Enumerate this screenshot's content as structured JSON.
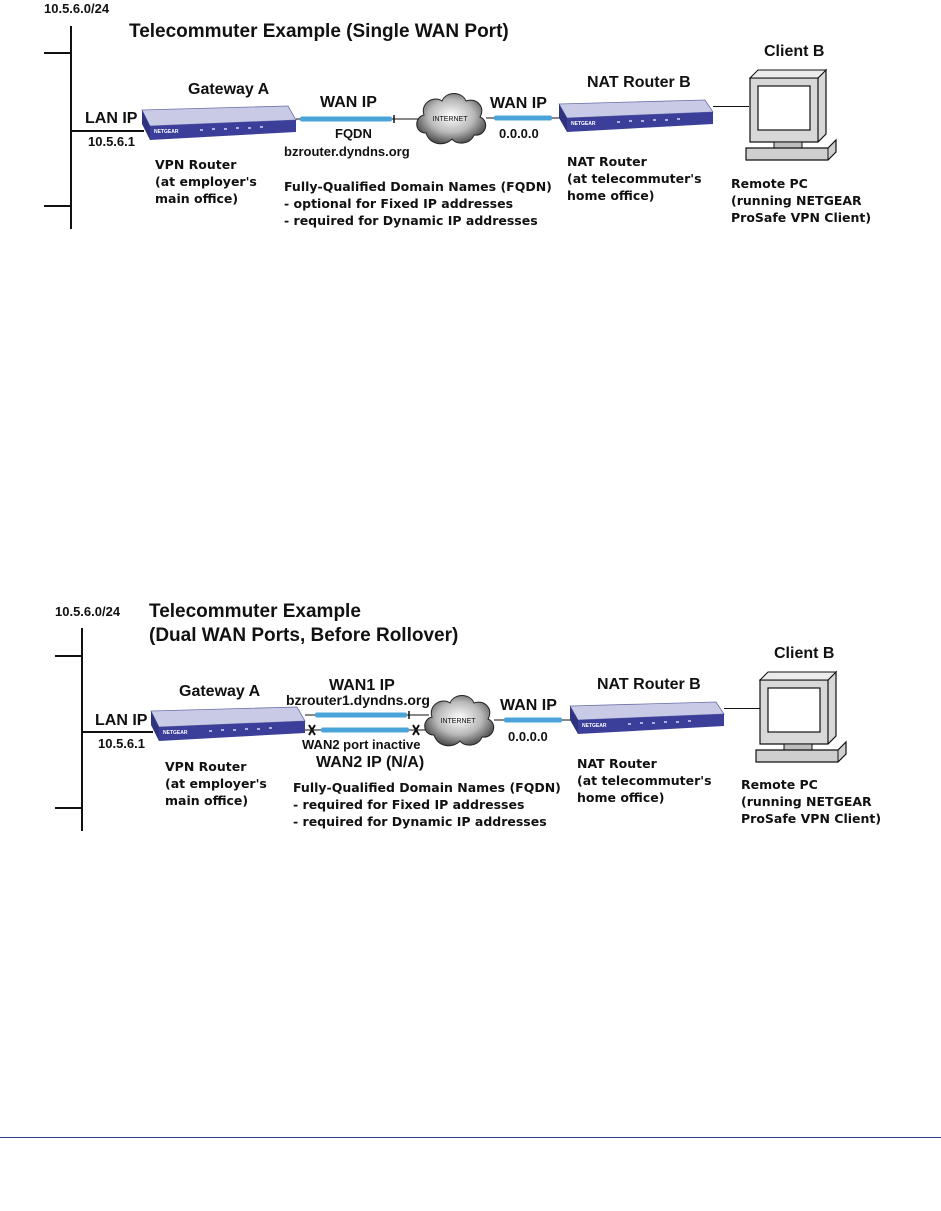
{
  "diagrams": [
    {
      "subnet": "10.5.6.0/24",
      "title_line1": "Telecommuter Example (Single WAN Port)",
      "title_line2": "",
      "lan_ip_label": "LAN IP",
      "lan_ip_value": "10.5.6.1",
      "gateway_label": "Gateway A",
      "gateway_desc": [
        "VPN Router",
        "(at employer's",
        "main office)"
      ],
      "wan_left_label": "WAN IP",
      "wan_left_sub": "FQDN",
      "wan_left_domain": "bzrouter.dyndns.org",
      "wan2_inactive": "",
      "wan2_label": "",
      "cloud_label": "INTERNET",
      "wan_right_label": "WAN IP",
      "wan_right_value": "0.0.0.0",
      "nat_label": "NAT Router B",
      "nat_desc": [
        "NAT Router",
        "(at telecommuter's",
        "home office)"
      ],
      "client_label": "Client B",
      "client_desc": [
        "Remote PC",
        "(running NETGEAR",
        "ProSafe VPN Client)"
      ],
      "fqdn_notes": [
        "Fully-Qualified Domain Names (FQDN)",
        "- optional for Fixed IP addresses",
        "- required for Dynamic IP addresses"
      ],
      "device_brand": "NETGEAR"
    },
    {
      "subnet": "10.5.6.0/24",
      "title_line1": "Telecommuter Example",
      "title_line2": "(Dual WAN Ports, Before Rollover)",
      "lan_ip_label": "LAN IP",
      "lan_ip_value": "10.5.6.1",
      "gateway_label": "Gateway A",
      "gateway_desc": [
        "VPN Router",
        "(at employer's",
        "main office)"
      ],
      "wan_left_label": "WAN1 IP",
      "wan_left_sub": "",
      "wan_left_domain": "bzrouter1.dyndns.org",
      "wan2_inactive": "WAN2 port inactive",
      "wan2_label": "WAN2 IP (N/A)",
      "cloud_label": "INTERNET",
      "wan_right_label": "WAN IP",
      "wan_right_value": "0.0.0.0",
      "nat_label": "NAT Router B",
      "nat_desc": [
        "NAT Router",
        "(at telecommuter's",
        "home office)"
      ],
      "client_label": "Client B",
      "client_desc": [
        "Remote PC",
        "(running NETGEAR",
        "ProSafe VPN Client)"
      ],
      "fqdn_notes": [
        "Fully-Qualified Domain Names (FQDN)",
        "- required for Fixed IP addresses",
        "- required for Dynamic IP addresses"
      ],
      "device_brand": "NETGEAR"
    }
  ],
  "colors": {
    "router_top": "#c9cbe6",
    "router_front": "#3b3f9a",
    "link_blue": "#4aa3d9",
    "cloud_dark": "#3a3a3a",
    "cloud_light": "#e6e6e6",
    "pc_gray": "#d8d8d8"
  }
}
